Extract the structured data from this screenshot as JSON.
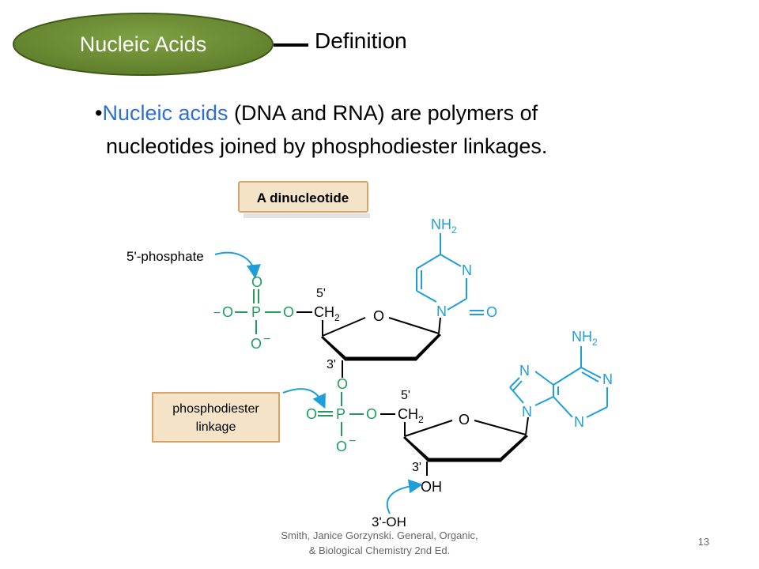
{
  "header": {
    "badge_label": "Nucleic Acids",
    "section_title": "Definition",
    "badge_color": "#6f8e35"
  },
  "bullet": {
    "marker": "•",
    "term": "Nucleic acids",
    "rest_line1": " (DNA and RNA) are polymers of",
    "line2": "nucleotides joined by phosphodiester linkages.",
    "term_color": "#2e6fd0"
  },
  "diagram": {
    "title": "A dinucleotide",
    "label_5_phosphate": "5'-phosphate",
    "label_linkage_1": "phosphodiester",
    "label_linkage_2": "linkage",
    "label_3_oh": "3'-OH",
    "label_5prime": "5'",
    "label_3prime": "3'",
    "atom_O": "O",
    "atom_P": "P",
    "atom_N": "N",
    "atom_CH": "CH",
    "atom_OH": "OH",
    "atom_NH": "NH",
    "subscript_2": "2",
    "minus": "−",
    "blue_color": "#1f9fd9",
    "green_color": "#1e9e5a",
    "callout_fill": "#f5e3c8",
    "callout_border": "#d9a36a"
  },
  "footer": {
    "citation_line1": "Smith, Janice Gorzynski. General, Organic,",
    "citation_line2": "& Biological Chemistry 2nd Ed.",
    "page_number": "13"
  }
}
